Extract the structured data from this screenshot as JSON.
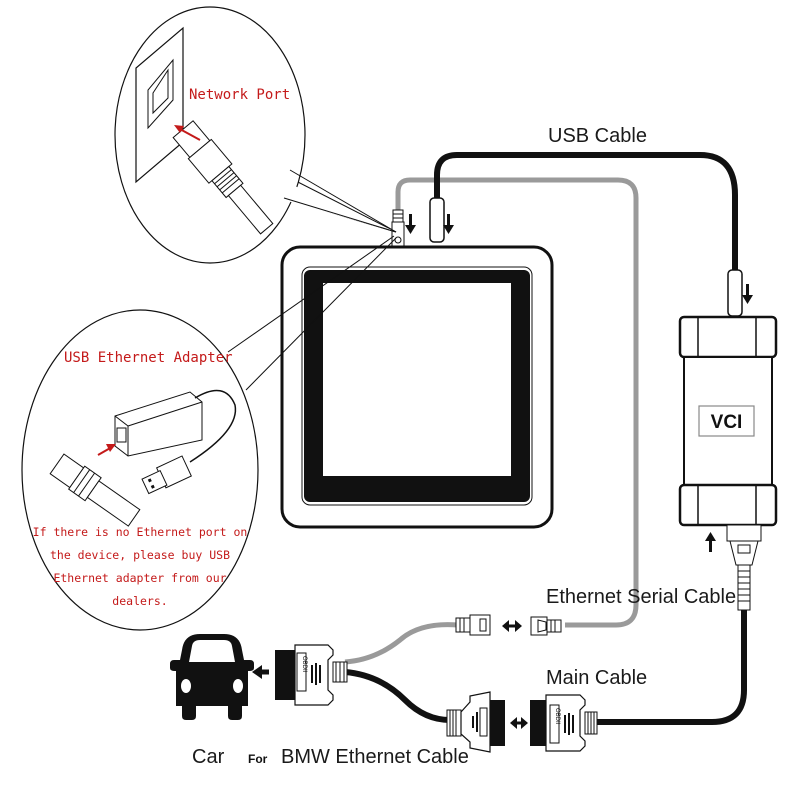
{
  "labels": {
    "network_port": "Network Port",
    "usb_cable": "USB Cable",
    "usb_ethernet_adapter": "USB Ethernet Adapter",
    "adapter_note": [
      "If there is no Ethernet port on",
      "the device, please buy USB",
      "Ethernet adapter from our",
      "dealers."
    ],
    "vci": "VCI",
    "ethernet_serial_cable": "Ethernet Serial Cable",
    "main_cable": "Main Cable",
    "car": "Car",
    "for": "For",
    "bmw_ethernet_cable": "BMW Ethernet Cable",
    "obd_text": "OBDII"
  },
  "colors": {
    "ink": "#111111",
    "annotation_red": "#c41a1a",
    "gray_cable": "#9a9a9a",
    "background": "#ffffff"
  },
  "icons": {
    "car": "car-front-icon",
    "arrow_down": "arrow-down-icon",
    "arrow_up": "arrow-up-icon",
    "arrow_left": "arrow-left-icon",
    "arrow_double": "double-arrow-icon"
  }
}
